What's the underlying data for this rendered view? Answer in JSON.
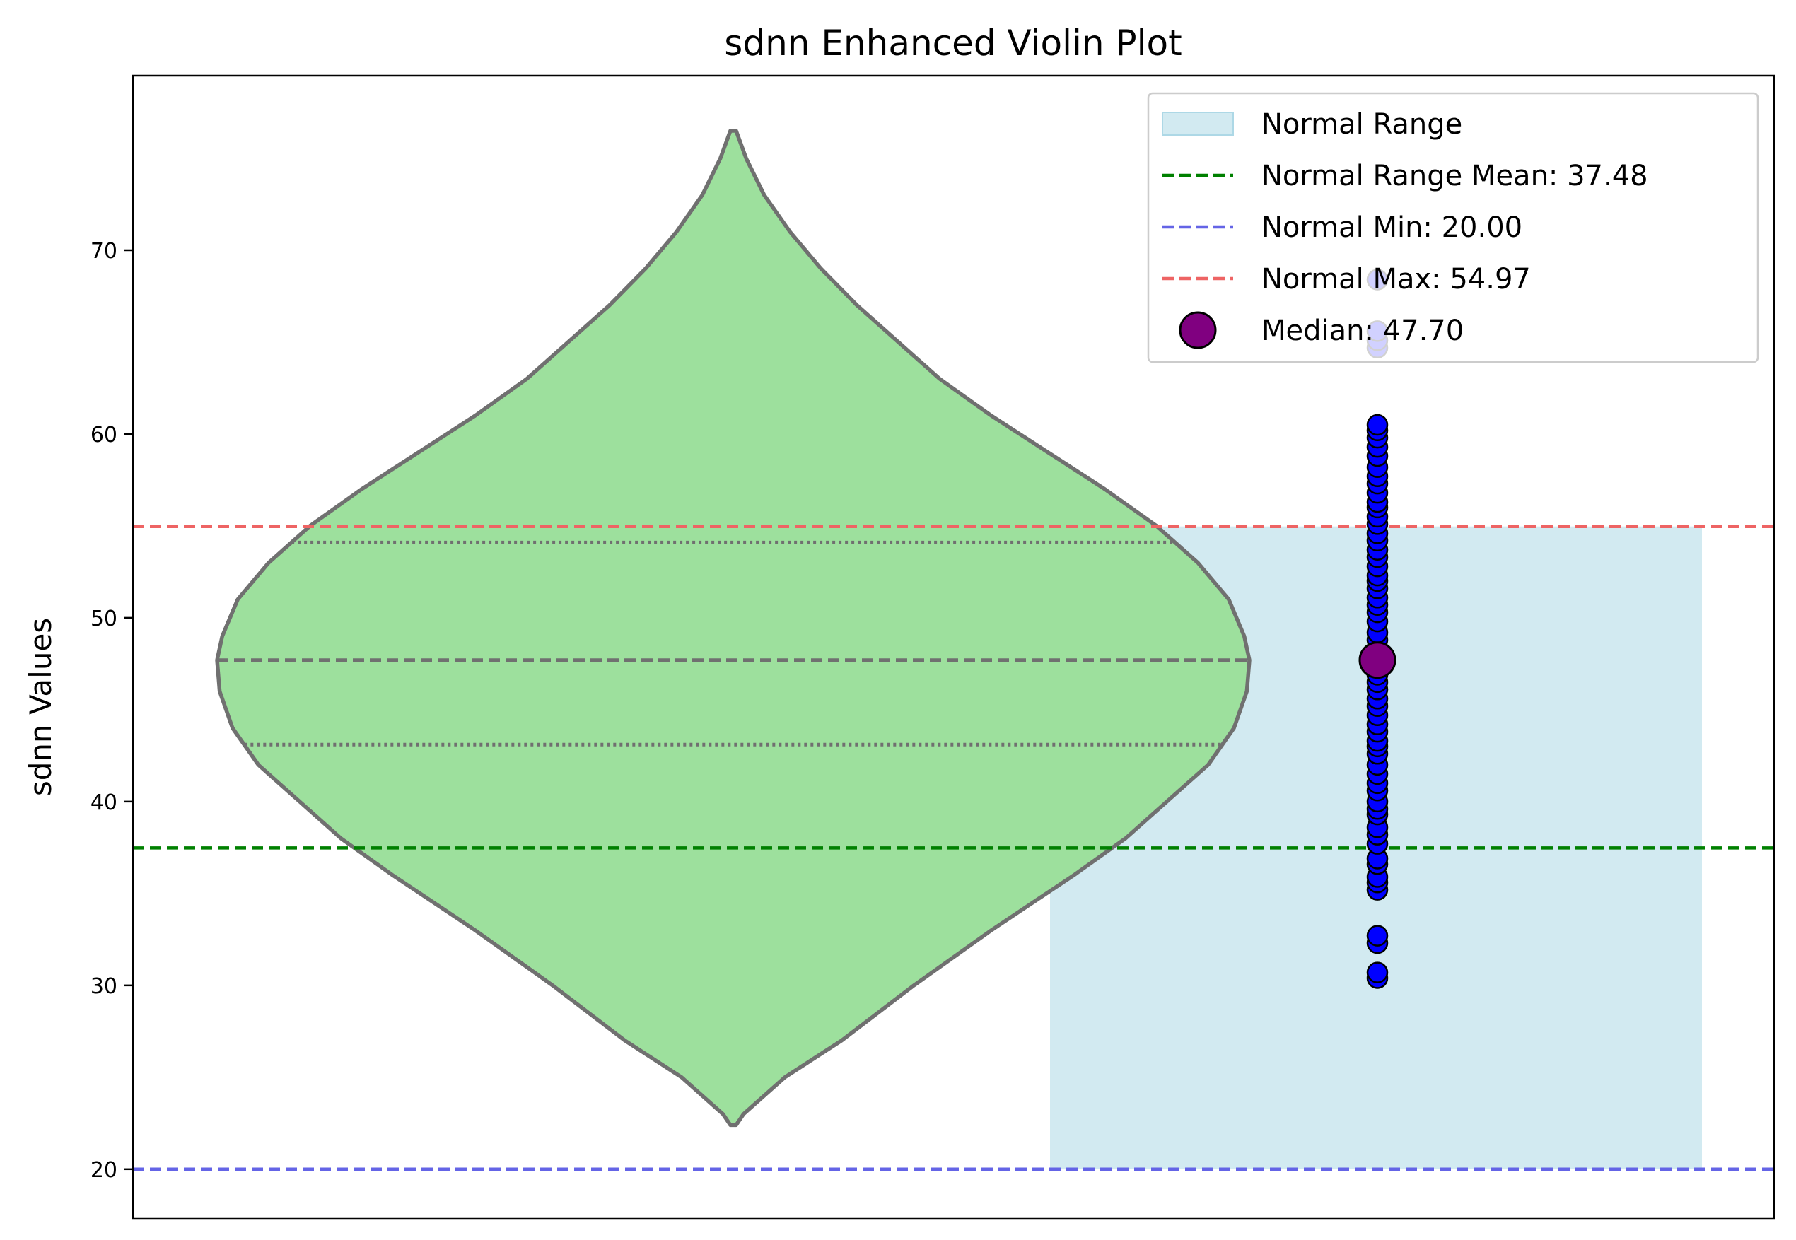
{
  "chart_data": {
    "type": "violin",
    "title": "sdnn Enhanced Violin Plot",
    "xlabel": "",
    "ylabel": "sdnn Values",
    "ylim": [
      17.3,
      79.5
    ],
    "yticks": [
      20,
      30,
      40,
      50,
      60,
      70
    ],
    "grid": false,
    "legend_placement": "top-right",
    "violin": {
      "min": 22.4,
      "max": 76.5,
      "median": 47.7,
      "q1": 43.1,
      "q3": 54.1,
      "fill_color": "#9de09d",
      "edge_color": "#707070",
      "density_profile": [
        [
          22.4,
          0.0
        ],
        [
          23.0,
          0.02
        ],
        [
          25.0,
          0.1
        ],
        [
          27.0,
          0.21
        ],
        [
          30.0,
          0.35
        ],
        [
          33.0,
          0.5
        ],
        [
          36.0,
          0.66
        ],
        [
          38.0,
          0.76
        ],
        [
          40.0,
          0.84
        ],
        [
          42.0,
          0.92
        ],
        [
          44.0,
          0.97
        ],
        [
          46.0,
          0.995
        ],
        [
          47.7,
          1.0
        ],
        [
          49.0,
          0.99
        ],
        [
          51.0,
          0.96
        ],
        [
          53.0,
          0.9
        ],
        [
          55.0,
          0.82
        ],
        [
          57.0,
          0.72
        ],
        [
          59.0,
          0.61
        ],
        [
          61.0,
          0.5
        ],
        [
          63.0,
          0.4
        ],
        [
          65.0,
          0.32
        ],
        [
          67.0,
          0.24
        ],
        [
          69.0,
          0.17
        ],
        [
          71.0,
          0.11
        ],
        [
          73.0,
          0.06
        ],
        [
          75.0,
          0.025
        ],
        [
          76.5,
          0.0
        ]
      ]
    },
    "normal_range": {
      "min": 20.0,
      "max": 54.97,
      "mean": 37.48,
      "color": "#add8e6"
    },
    "reference_lines": [
      {
        "name": "Normal Range Mean: 37.48",
        "value": 37.48,
        "color": "#008000"
      },
      {
        "name": "Normal Min: 20.00",
        "value": 20.0,
        "color": "#6464e6"
      },
      {
        "name": "Normal Max: 54.97",
        "value": 54.97,
        "color": "#ee6464"
      }
    ],
    "points": {
      "color": "#0000ff",
      "values": [
        30.4,
        30.7,
        32.3,
        32.7,
        35.2,
        35.6,
        35.9,
        36.6,
        36.9,
        37.7,
        38.2,
        38.6,
        39.3,
        39.6,
        40.0,
        40.6,
        41.0,
        41.5,
        42.0,
        42.6,
        43.0,
        43.3,
        43.8,
        44.2,
        44.7,
        45.2,
        45.6,
        46.1,
        46.5,
        46.9,
        47.3,
        47.8,
        48.3,
        48.8,
        49.2,
        49.8,
        50.3,
        50.7,
        51.1,
        51.6,
        52.0,
        52.3,
        52.8,
        53.3,
        53.7,
        54.2,
        54.6,
        55.1,
        55.5,
        56.0,
        56.3,
        56.8,
        57.3,
        57.7,
        58.2,
        58.8,
        59.3,
        59.8,
        60.2,
        60.5,
        64.7,
        65.1,
        65.6,
        68.4
      ]
    },
    "median_marker": {
      "name": "Median: 47.70",
      "value": 47.7,
      "color": "#800080"
    },
    "legend": [
      {
        "label": "Normal Range",
        "kind": "patch",
        "color": "#add8e6"
      },
      {
        "label": "Normal Range Mean: 37.48",
        "kind": "dashed",
        "color": "#008000"
      },
      {
        "label": "Normal Min: 20.00",
        "kind": "dashed",
        "color": "#6464e6"
      },
      {
        "label": "Normal Max: 54.97",
        "kind": "dashed",
        "color": "#ee6464"
      },
      {
        "label": "Median: 47.70",
        "kind": "marker",
        "color": "#800080"
      }
    ]
  }
}
